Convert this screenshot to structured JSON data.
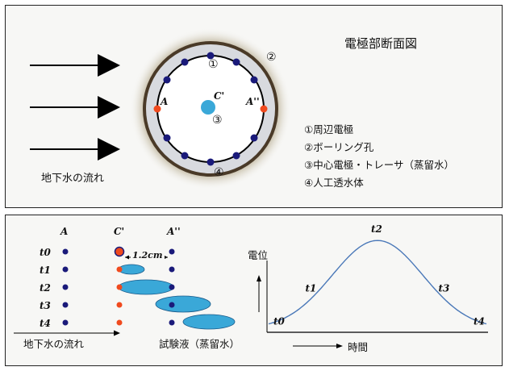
{
  "cross_section": {
    "title": "電極部断面図",
    "flow_label": "地下水の流れ",
    "markers": {
      "circle_1": "①",
      "circle_2": "②",
      "circle_3": "③",
      "circle_4": "④"
    },
    "points": {
      "a": "A",
      "c": "C'",
      "a2": "A''"
    },
    "legend": [
      "①周辺電極",
      "②ボーリング孔",
      "③中心電極・トレーサ（蒸留水）",
      "④人工透水体"
    ]
  },
  "tracer_diagram": {
    "headers": {
      "a": "A",
      "c": "C'",
      "a2": "A''"
    },
    "time_labels": [
      "t0",
      "t1",
      "t2",
      "t3",
      "t4"
    ],
    "distance_label": "1.2cm",
    "flow_label": "地下水の流れ",
    "solution_label": "試験液（蒸留水）"
  },
  "chart_data": {
    "type": "line",
    "title": "",
    "xlabel": "時間",
    "ylabel": "電位",
    "curve_shape": "bell",
    "points": [
      {
        "label": "t0",
        "x": 0,
        "y": 0.03
      },
      {
        "label": "t1",
        "x": 1,
        "y": 0.4
      },
      {
        "label": "t2",
        "x": 2,
        "y": 1.0
      },
      {
        "label": "t3",
        "x": 3,
        "y": 0.4
      },
      {
        "label": "t4",
        "x": 4,
        "y": 0.03
      }
    ],
    "xlim": [
      0,
      4
    ],
    "ylim": [
      0,
      1.1
    ],
    "colors": {
      "line": "#4a78b8"
    }
  },
  "colors": {
    "electrode": "#1a1a7a",
    "active_electrode": "#f04a1e",
    "tracer": "#3aa8d8",
    "ring": "#4a3a28",
    "permeable": "#d8dadf"
  }
}
